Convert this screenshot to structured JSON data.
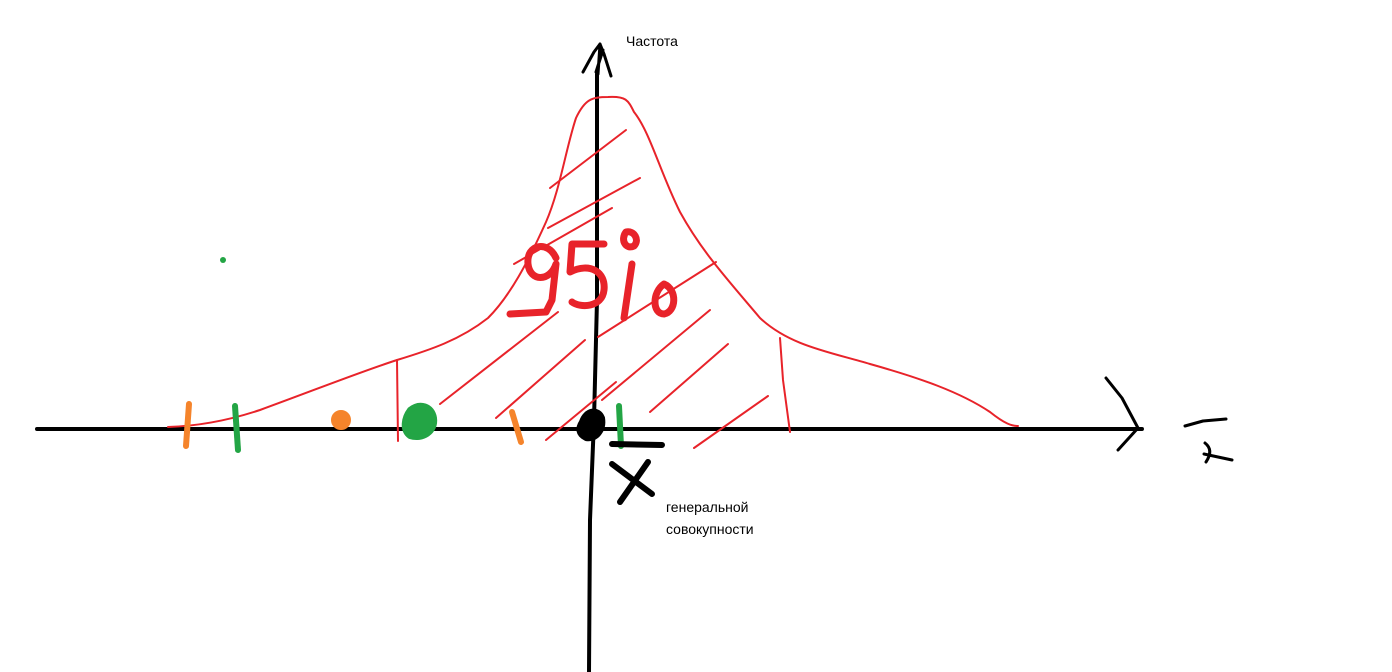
{
  "labels": {
    "y_axis": "Частота",
    "mean_caption_line1": "генеральной",
    "mean_caption_line2": "совокупности",
    "percent": "95%"
  },
  "colors": {
    "axis": "#000000",
    "curve": "#e8232a",
    "orange": "#f5842b",
    "green": "#23a545",
    "background": "#ffffff"
  }
}
